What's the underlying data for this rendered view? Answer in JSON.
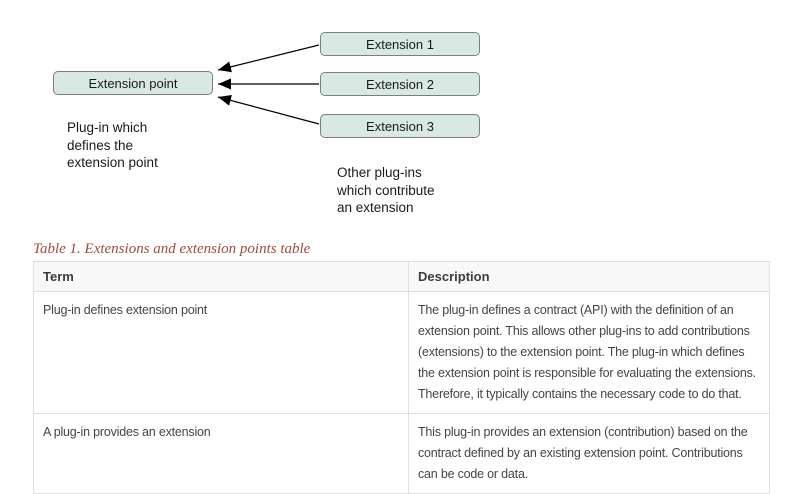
{
  "diagram": {
    "extension_point": {
      "label": "Extension point"
    },
    "extensions": [
      {
        "label": "Extension 1"
      },
      {
        "label": "Extension 2"
      },
      {
        "label": "Extension 3"
      }
    ],
    "left_note": "Plug-in which\ndefines the\nextension point",
    "right_note": "Other plug-ins\nwhich contribute\nan extension",
    "colors": {
      "box_fill": "#d8e9e4",
      "box_border": "#7d7d7d",
      "arrow": "#000000",
      "text": "#1a1a1a"
    }
  },
  "table": {
    "caption": "Table 1. Extensions and extension points table",
    "caption_color": "#a04b3c",
    "columns": [
      "Term",
      "Description"
    ],
    "rows": [
      {
        "term": "Plug-in defines extension point",
        "description": "The plug-in defines a contract (API) with the definition of an extension point. This allows other plug-ins to add contributions (extensions) to the extension point. The plug-in which defines the extension point is responsible for evaluating the extensions. Therefore, it typically contains the necessary code to do that."
      },
      {
        "term": "A plug-in provides an extension",
        "description": "This plug-in provides an extension (contribution) based on the contract defined by an existing extension point. Contributions can be code or data."
      }
    ],
    "style": {
      "border_color": "#dedede",
      "header_bg": "#f7f8f7",
      "text_color": "#41454b"
    }
  }
}
